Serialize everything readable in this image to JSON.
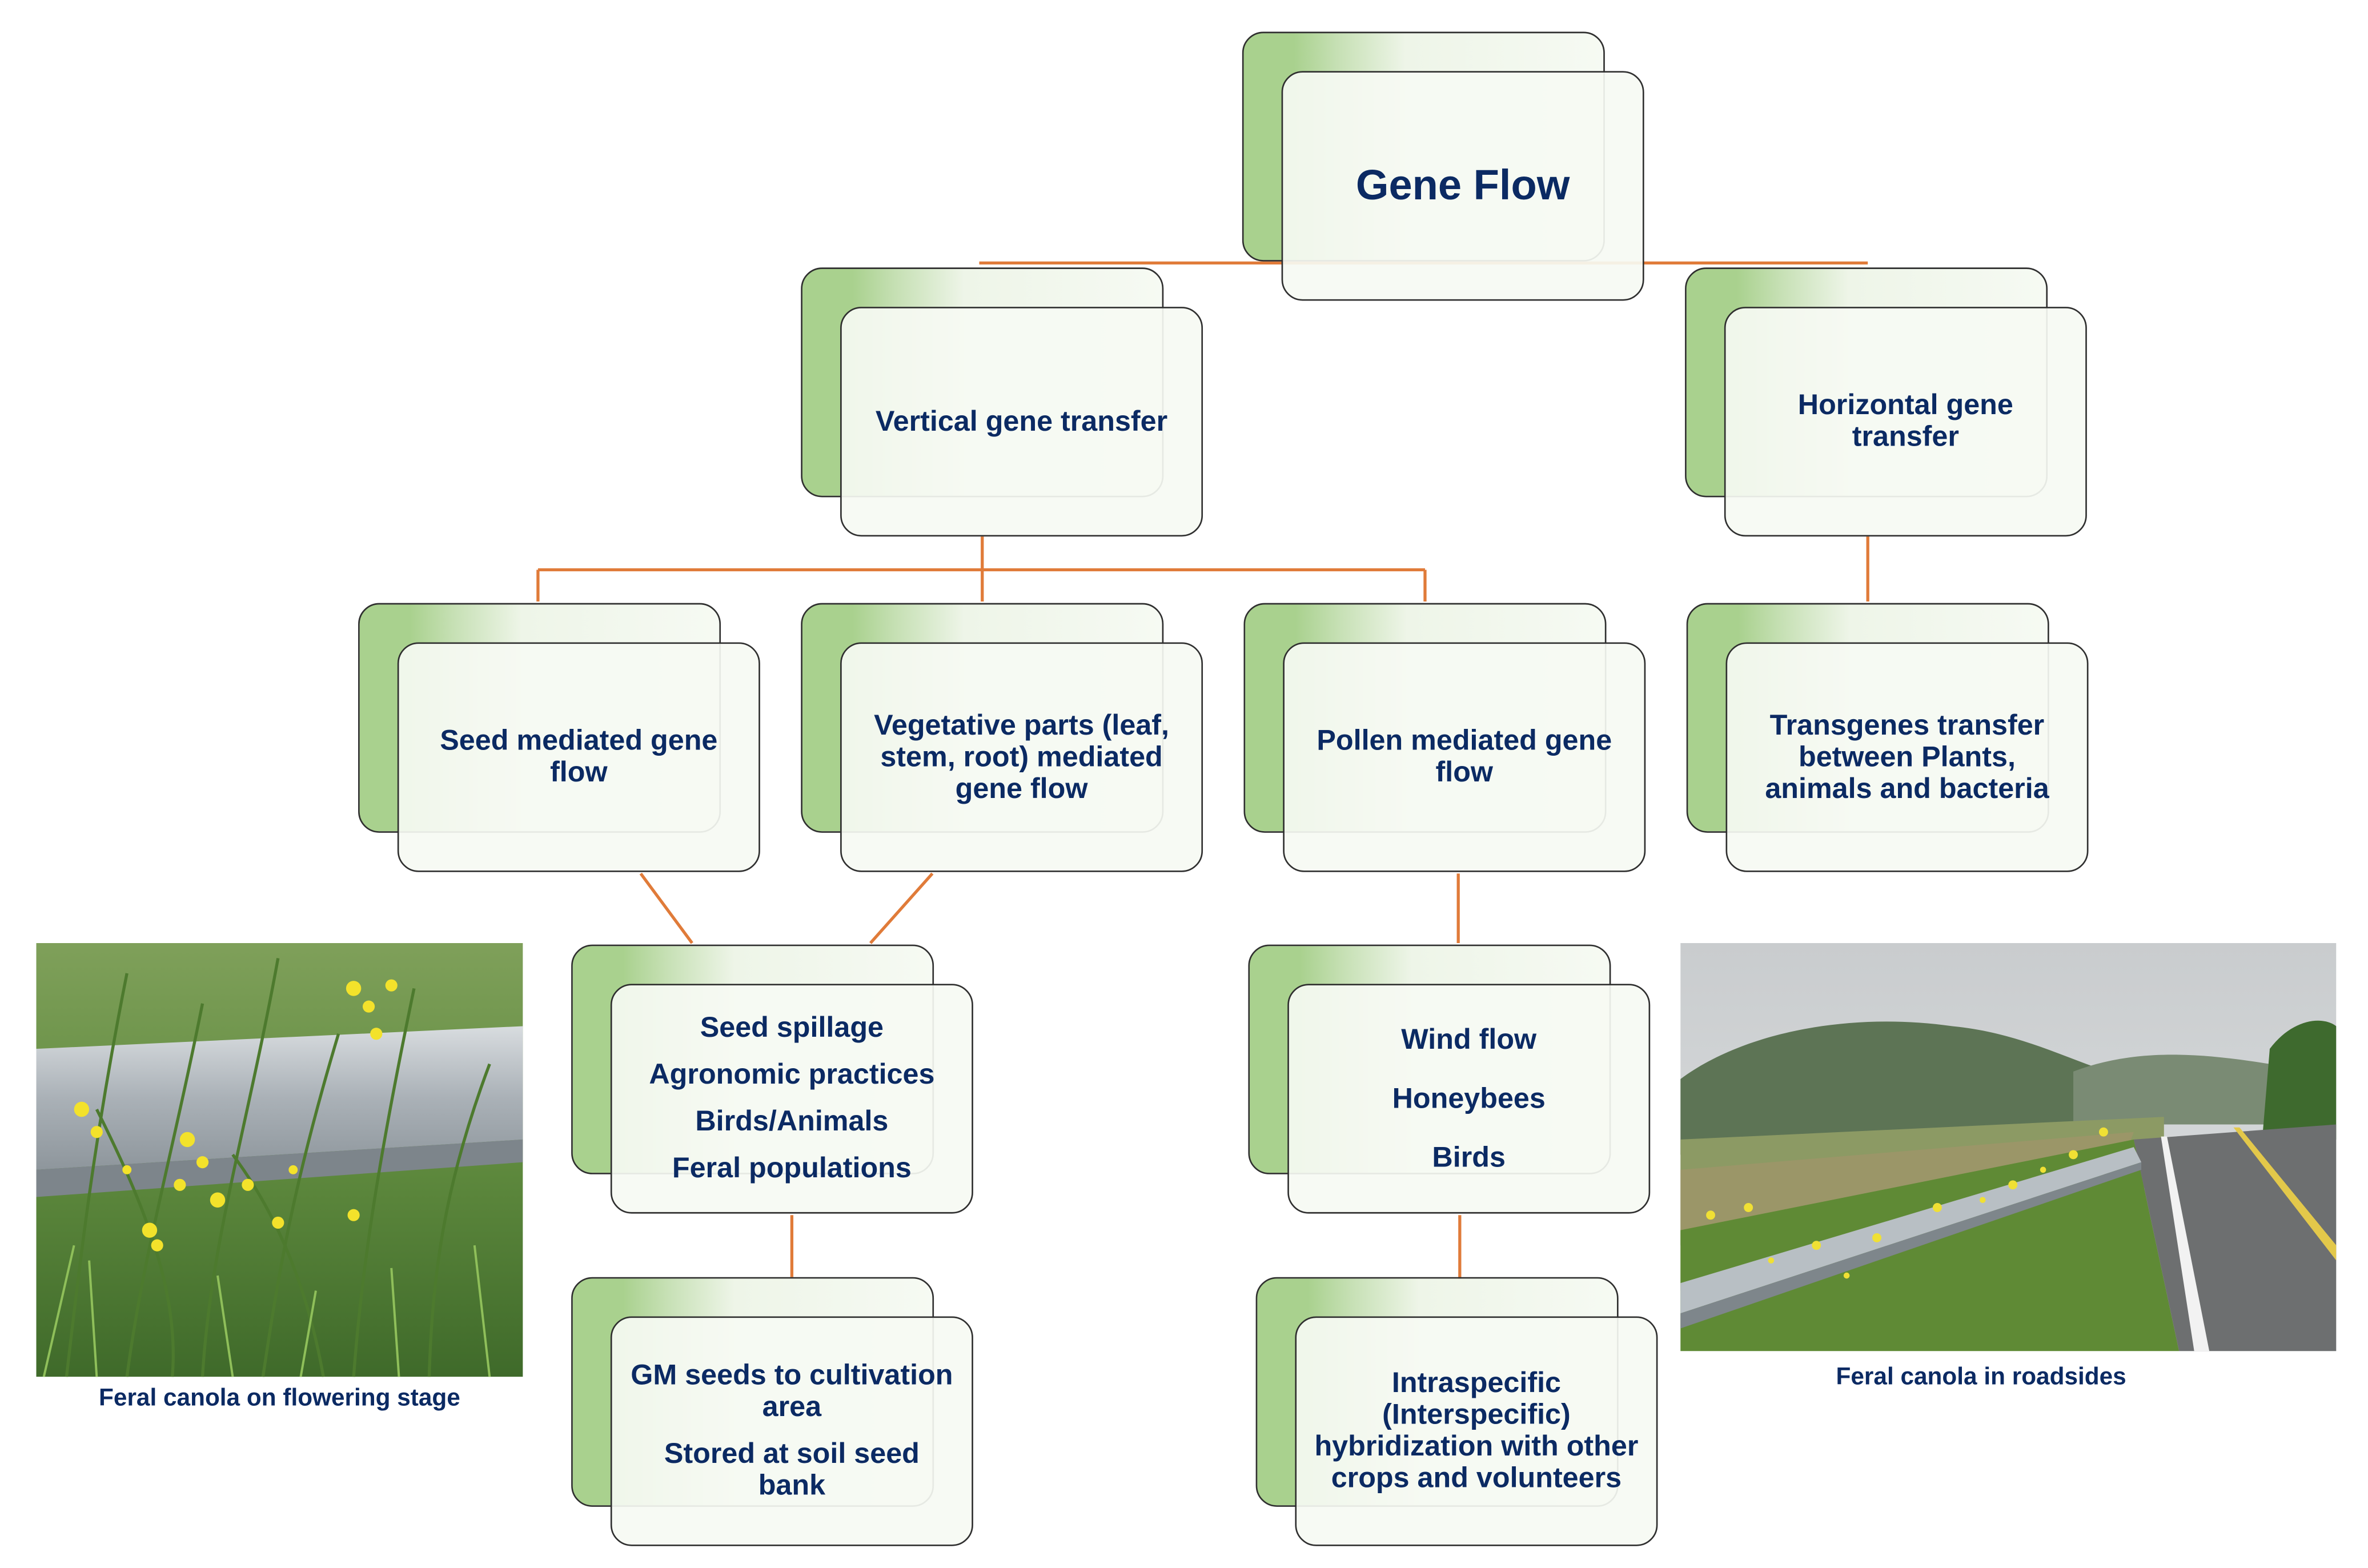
{
  "diagram": {
    "root": "Gene Flow",
    "level1": {
      "vertical": "Vertical gene transfer",
      "horizontal": "Horizontal gene transfer"
    },
    "level2": {
      "seed": "Seed mediated gene flow",
      "vegetative": "Vegetative parts (leaf, stem, root) mediated gene flow",
      "pollen": "Pollen mediated gene flow",
      "transgenes": "Transgenes transfer between Plants, animals and bacteria"
    },
    "level3": {
      "seed_items": [
        "Seed spillage",
        "Agronomic practices",
        "Birds/Animals",
        "Feral populations"
      ],
      "pollen_items": [
        "Wind flow",
        "Honeybees",
        "Birds"
      ]
    },
    "level4": {
      "seed_items": [
        "GM seeds to cultivation area",
        "Stored at soil seed bank"
      ],
      "pollen_text": "Intraspecific (Interspecific) hybridization with other crops and volunteers"
    }
  },
  "photos": {
    "left_caption": "Feral canola on flowering stage",
    "right_caption": "Feral canola in roadsides"
  },
  "colors": {
    "connector": "#e07b39",
    "node_green": "#a9d18e",
    "text_navy": "#0b2a63"
  }
}
